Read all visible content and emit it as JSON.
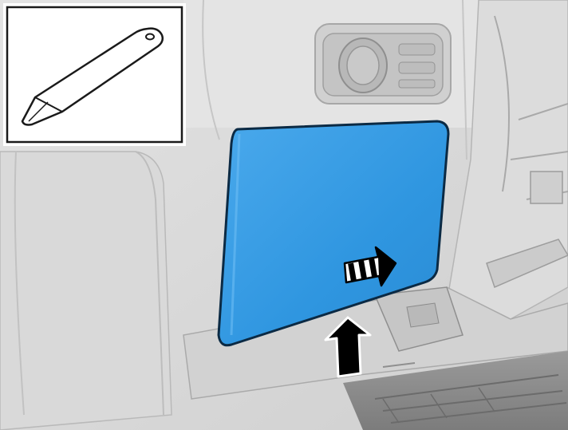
{
  "figure": {
    "subject": "trim-panel-removal",
    "tool": "plastic-trim-pry-tool-icon",
    "highlighted_part": "lower-dash-trim-cover",
    "arrows": [
      "motion-direction-outward-arrow",
      "pry-point-arrow"
    ]
  },
  "colors": {
    "panel_fill": "#2f96e0",
    "panel_fill_light": "#5fb3ee",
    "panel_edge": "#0b2a44",
    "line_art": "#1a1a1a",
    "background_light": "#e9e9e9",
    "background_mid": "#d4d4d4",
    "background_dark": "#9c9c9c",
    "inset_border": "#1a1a1a",
    "arrow": "#000000"
  }
}
